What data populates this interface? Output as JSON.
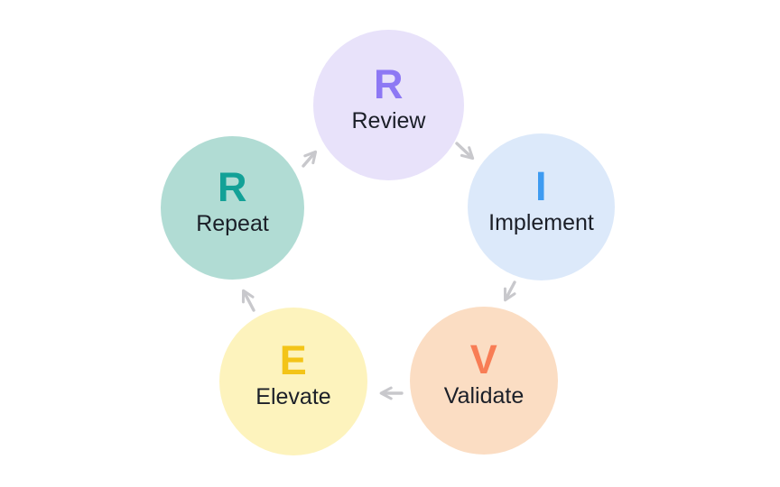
{
  "diagram": {
    "type": "cycle",
    "background_color": "#ffffff",
    "label_text_color": "#1b1f28",
    "arrow_color": "#c8c8cc",
    "nodes": [
      {
        "id": "review",
        "letter": "R",
        "label": "Review",
        "circle_color": "#e8e2fa",
        "letter_color": "#8d78f4"
      },
      {
        "id": "implement",
        "letter": "I",
        "label": "Implement",
        "circle_color": "#dce9fa",
        "letter_color": "#3e9bf1"
      },
      {
        "id": "validate",
        "letter": "V",
        "label": "Validate",
        "circle_color": "#fbddc3",
        "letter_color": "#f87d55"
      },
      {
        "id": "elevate",
        "letter": "E",
        "label": "Elevate",
        "circle_color": "#fdf3bd",
        "letter_color": "#f3c418"
      },
      {
        "id": "repeat",
        "letter": "R",
        "label": "Repeat",
        "circle_color": "#b1dcd4",
        "letter_color": "#13a197"
      }
    ],
    "flow_order": [
      "Review",
      "Implement",
      "Validate",
      "Elevate",
      "Repeat"
    ]
  }
}
